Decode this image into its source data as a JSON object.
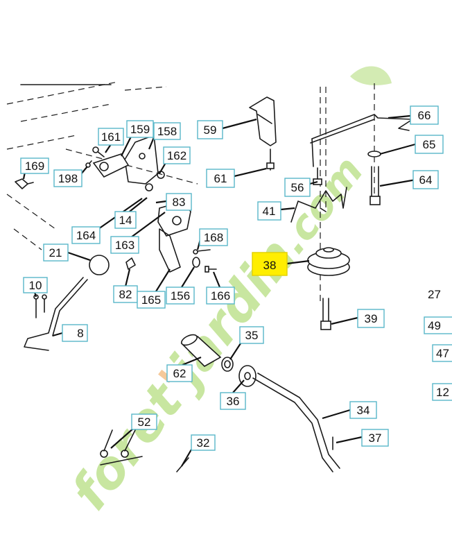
{
  "diagram": {
    "highlight_color": "#ffee00",
    "label_border_color": "#58b7c9",
    "callouts": [
      {
        "id": "66",
        "text": "66"
      },
      {
        "id": "65",
        "text": "65"
      },
      {
        "id": "59",
        "text": "59"
      },
      {
        "id": "61",
        "text": "61"
      },
      {
        "id": "56",
        "text": "56"
      },
      {
        "id": "64",
        "text": "64"
      },
      {
        "id": "41",
        "text": "41"
      },
      {
        "id": "38",
        "text": "38",
        "highlighted": true
      },
      {
        "id": "39",
        "text": "39"
      },
      {
        "id": "161",
        "text": "161"
      },
      {
        "id": "159",
        "text": "159"
      },
      {
        "id": "158",
        "text": "158"
      },
      {
        "id": "162",
        "text": "162"
      },
      {
        "id": "169",
        "text": "169"
      },
      {
        "id": "198",
        "text": "198"
      },
      {
        "id": "83",
        "text": "83"
      },
      {
        "id": "164",
        "text": "164"
      },
      {
        "id": "14",
        "text": "14"
      },
      {
        "id": "163",
        "text": "163"
      },
      {
        "id": "168",
        "text": "168"
      },
      {
        "id": "21",
        "text": "21"
      },
      {
        "id": "82",
        "text": "82"
      },
      {
        "id": "165",
        "text": "165"
      },
      {
        "id": "156",
        "text": "156"
      },
      {
        "id": "166",
        "text": "166"
      },
      {
        "id": "10",
        "text": "10"
      },
      {
        "id": "8",
        "text": "8"
      },
      {
        "id": "35",
        "text": "35"
      },
      {
        "id": "62",
        "text": "62"
      },
      {
        "id": "36",
        "text": "36"
      },
      {
        "id": "34",
        "text": "34"
      },
      {
        "id": "52",
        "text": "52"
      },
      {
        "id": "32",
        "text": "32"
      },
      {
        "id": "37",
        "text": "37"
      }
    ],
    "edge_labels": [
      {
        "id": "27",
        "text": "27"
      },
      {
        "id": "49",
        "text": "49"
      },
      {
        "id": "47",
        "text": "47"
      },
      {
        "id": "12",
        "text": "12"
      }
    ]
  },
  "watermark": {
    "segments": [
      {
        "text": "foret",
        "color": "#c8e6a0"
      },
      {
        "text": "'",
        "color": "#f5c99a"
      },
      {
        "text": "jardin",
        "color": "#c8e6a0"
      },
      {
        "text": ".com",
        "color": "#c8e6a0"
      }
    ]
  }
}
